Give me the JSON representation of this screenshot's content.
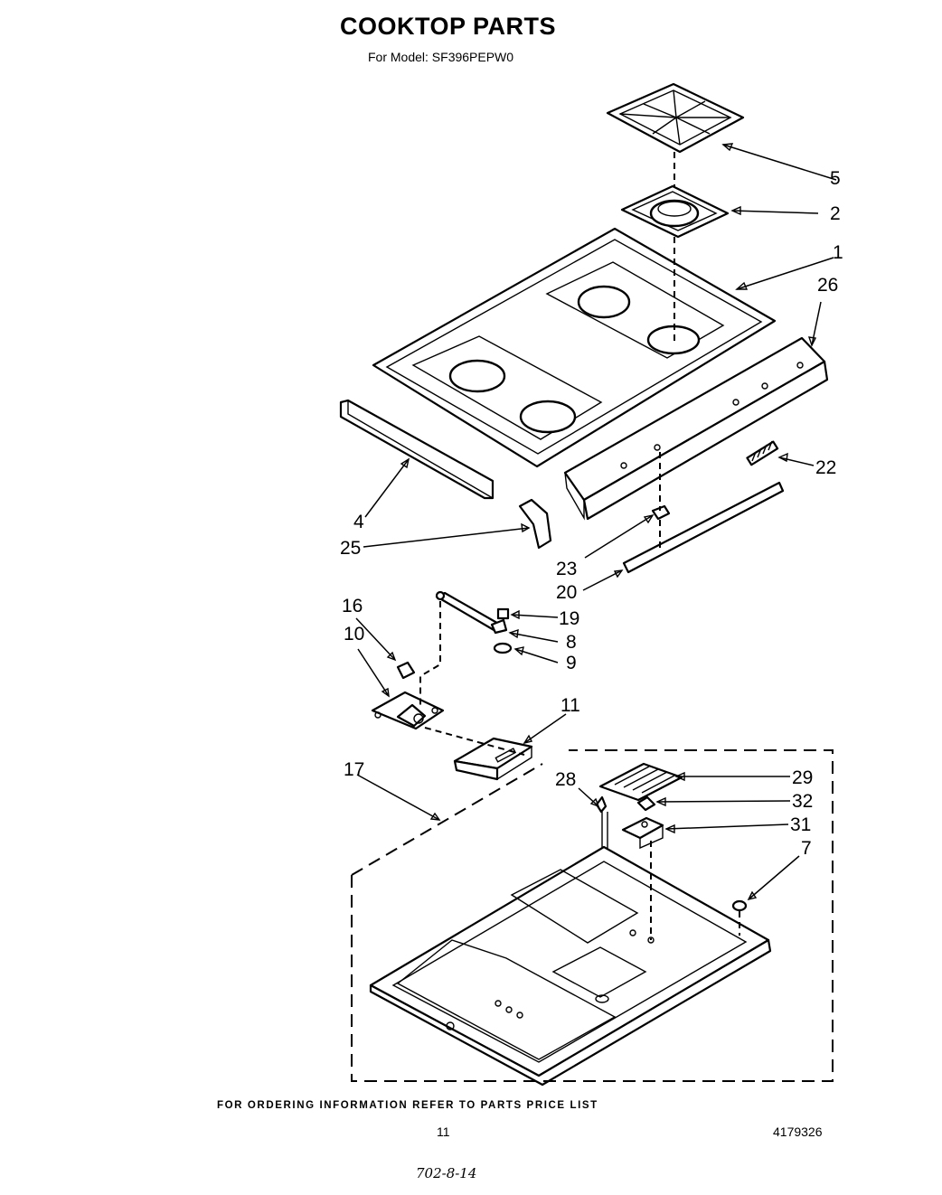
{
  "header": {
    "title": "COOKTOP PARTS",
    "subtitle": "For Model: SF396PEPW0"
  },
  "callouts": [
    {
      "id": "c5",
      "label": "5"
    },
    {
      "id": "c2",
      "label": "2"
    },
    {
      "id": "c1",
      "label": "1"
    },
    {
      "id": "c26",
      "label": "26"
    },
    {
      "id": "c22",
      "label": "22"
    },
    {
      "id": "c4",
      "label": "4"
    },
    {
      "id": "c25",
      "label": "25"
    },
    {
      "id": "c23",
      "label": "23"
    },
    {
      "id": "c20",
      "label": "20"
    },
    {
      "id": "c16",
      "label": "16"
    },
    {
      "id": "c10",
      "label": "10"
    },
    {
      "id": "c19",
      "label": "19"
    },
    {
      "id": "c8",
      "label": "8"
    },
    {
      "id": "c9",
      "label": "9"
    },
    {
      "id": "c11",
      "label": "11"
    },
    {
      "id": "c17",
      "label": "17"
    },
    {
      "id": "c28",
      "label": "28"
    },
    {
      "id": "c29",
      "label": "29"
    },
    {
      "id": "c32",
      "label": "32"
    },
    {
      "id": "c31",
      "label": "31"
    },
    {
      "id": "c7",
      "label": "7"
    }
  ],
  "footer": {
    "ordering_note": "FOR ORDERING INFORMATION REFER TO PARTS PRICE LIST",
    "page_number": "11",
    "document_number": "4179326",
    "handwritten_note": "702-8-14"
  }
}
